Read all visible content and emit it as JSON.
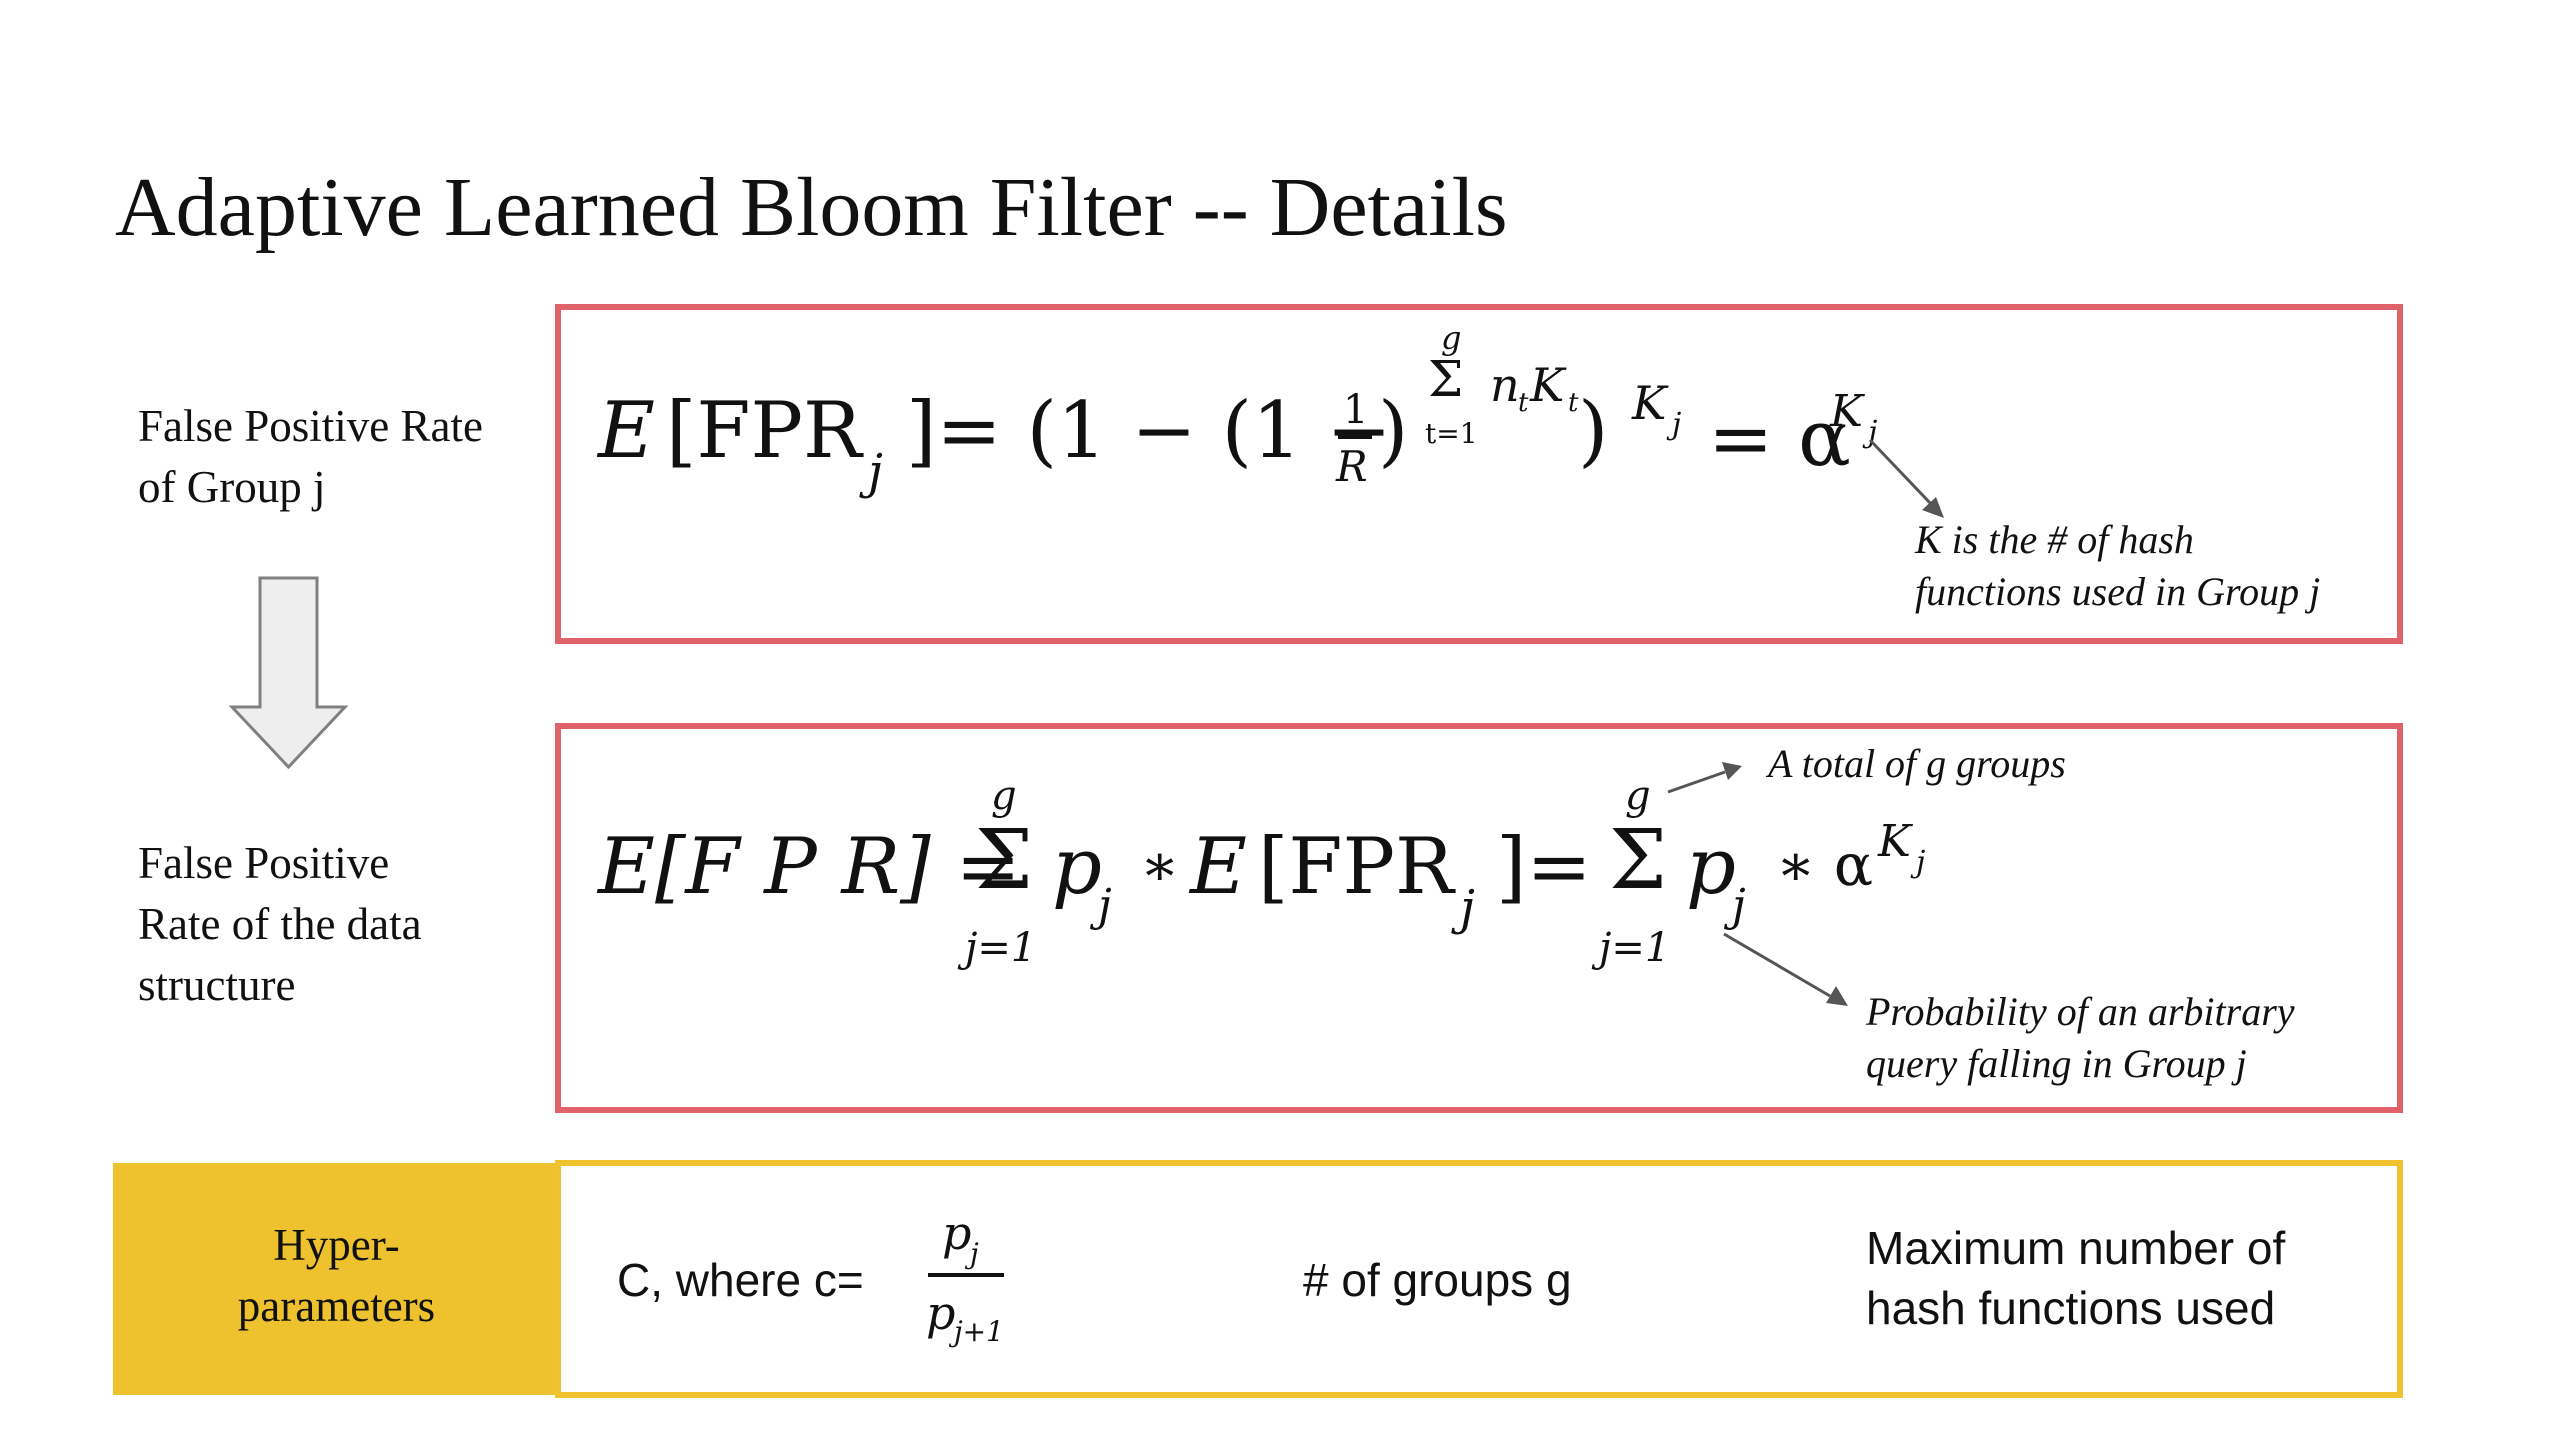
{
  "title": "Adaptive Learned Bloom Filter -- Details",
  "labels": {
    "group_fpr": [
      "False Positive Rate",
      "of Group j"
    ],
    "structure_fpr": [
      "False Positive",
      "Rate of the data",
      "structure"
    ],
    "hyperparameters": [
      "Hyper-",
      "parameters"
    ]
  },
  "formula1": {
    "E": "E",
    "lbr": "[FPR",
    "sub_j": "j",
    "rbr_eq": "]= (1 − (1 −",
    "frac_num": "1",
    "frac_den": "R",
    "paren": ")",
    "sum_top": "g",
    "sum_sym": "Σ",
    "sum_bot": "t=1",
    "exp_n": "n",
    "exp_t1": "t",
    "exp_K": "K",
    "exp_t2": "t",
    "close": ")",
    "outer_K": "K",
    "outer_j": "j",
    "eq_alpha": "= α",
    "alpha_K": "K",
    "alpha_j": "j"
  },
  "note1": [
    "K is the # of hash",
    "functions used in Group j"
  ],
  "formula2": {
    "lhs": "E[F P R] =",
    "sum1_top": "g",
    "sum1_sym": "Σ",
    "sum1_bot": "j=1",
    "p1": "p",
    "p1_j": "j",
    "star1": "∗",
    "E": "E",
    "lbr": "[FPR",
    "sub_j": "j",
    "rbr_eq": "]=",
    "sum2_top": "g",
    "sum2_sym": "Σ",
    "sum2_bot": "j=1",
    "p2": "p",
    "p2_j": "j",
    "star2": "∗ α",
    "alpha_K": "K",
    "alpha_j": "j"
  },
  "note_total": "A total of g groups",
  "note_prob": [
    "Probability of an arbitrary",
    "query falling in Group j"
  ],
  "hyper": {
    "c_text": "C, where c=",
    "frac_num_p": "p",
    "frac_num_j": "j",
    "frac_den_p": "p",
    "frac_den_j": "j+1",
    "groups": "# of groups g",
    "max_hash": [
      "Maximum number of",
      "hash functions used"
    ]
  },
  "colors": {
    "red_border": "#e0636b",
    "yellow_border": "#f0c22e",
    "yellow_fill": "#eec22f",
    "arrow_fill": "#eeeeee",
    "arrow_stroke": "#808080"
  },
  "icons": {
    "down_arrow": "down-arrow-icon"
  }
}
